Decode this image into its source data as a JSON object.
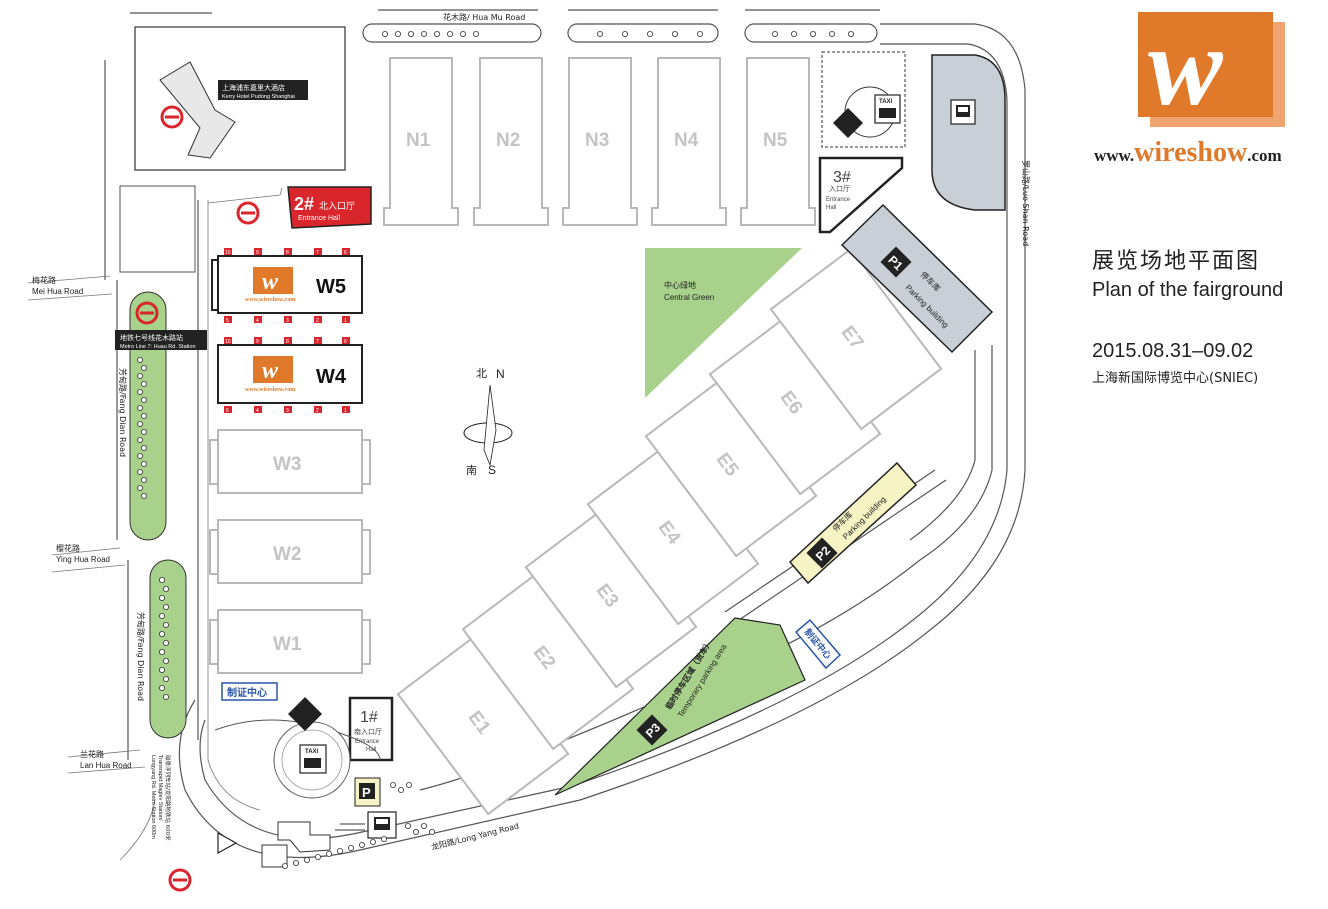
{
  "brand": {
    "url_prefix": "www.",
    "url_name": "wireshow",
    "url_suffix": ".com",
    "small_url": "www.wireshow.com",
    "orange": "#e07a2a",
    "shadow": "#f0a470"
  },
  "title": {
    "cn": "展览场地平面图",
    "en": "Plan of the fairground",
    "dates": "2015.08.31–09.02",
    "venue": "上海新国际博览中心(SNIEC)"
  },
  "halls_north": [
    "N1",
    "N2",
    "N3",
    "N4",
    "N5"
  ],
  "halls_west": [
    "W5",
    "W4",
    "W3",
    "W2",
    "W1"
  ],
  "halls_east": [
    "E1",
    "E2",
    "E3",
    "E4",
    "E5",
    "E6",
    "E7"
  ],
  "booth_numbers": {
    "top": [
      "10",
      "9",
      "8",
      "7",
      "6"
    ],
    "bottom": [
      "5",
      "4",
      "3",
      "2",
      "1"
    ]
  },
  "entrances": {
    "e1": {
      "num": "1#",
      "cn": "南入口厅",
      "en1": "Entrance",
      "en2": "Hall"
    },
    "e2": {
      "num": "2#",
      "cn": "北入口厅",
      "en": "Entrance Hall"
    },
    "e3": {
      "num": "3#",
      "cn": "入口厅",
      "en1": "Entrance",
      "en2": "Hall"
    }
  },
  "parking": {
    "p1": {
      "badge": "P1",
      "cn": "停车库",
      "en": "Parking building"
    },
    "p2": {
      "badge": "P2",
      "cn": "停车库",
      "en": "Parking building"
    },
    "p3": {
      "badge": "P3",
      "cn": "临时停车区域（货车）",
      "en": "Temporary parking area"
    },
    "vip": "P"
  },
  "green": {
    "cn": "中心绿地",
    "en": "Central Green"
  },
  "compass": {
    "north_cn": "北",
    "north_en": "N",
    "south_cn": "南",
    "south_en": "S"
  },
  "roads": {
    "hua_mu": "花木路/ Hua Mu Road",
    "luo_shan": "罗山路/Luo Shan Road",
    "long_yang": "龙阳路/Long Yang Road",
    "mei_hua_cn": "梅花路",
    "mei_hua_en": "Mei Hua Road",
    "ying_hua_cn": "樱花路",
    "ying_hua_en": "Ying Hua Road",
    "lan_hua_cn": "兰花路",
    "lan_hua_en": "Lan Hua Road",
    "fang_dian_1": "芳甸路/Fang Dian Road",
    "fang_dian_2": "芳甸路/Fang Dian Road"
  },
  "landmarks": {
    "hotel_cn": "上海浦东嘉里大酒店",
    "hotel_en": "Kerry Hotel Pudong Shanghai",
    "metro_cn": "地铁七号线花木路站",
    "metro_en": "Metro Line 7: Huau Rd. Station",
    "maglev_1": "磁悬浮列车站/龙阳路地铁站 600米",
    "maglev_2": "Transrapid Maglev Station/",
    "maglev_3": "Longyang Rd. Metro Station  600m",
    "taxi": "TAXI",
    "cert_center": "制证中心"
  },
  "colors": {
    "entrance_red": "#d9262c",
    "green": "#a8d28c",
    "parking_grey": "#c8cfd6",
    "parking_yellow": "#f6f3c4",
    "metro_red": "#d9262c",
    "cert_blue": "#2a56a8"
  }
}
